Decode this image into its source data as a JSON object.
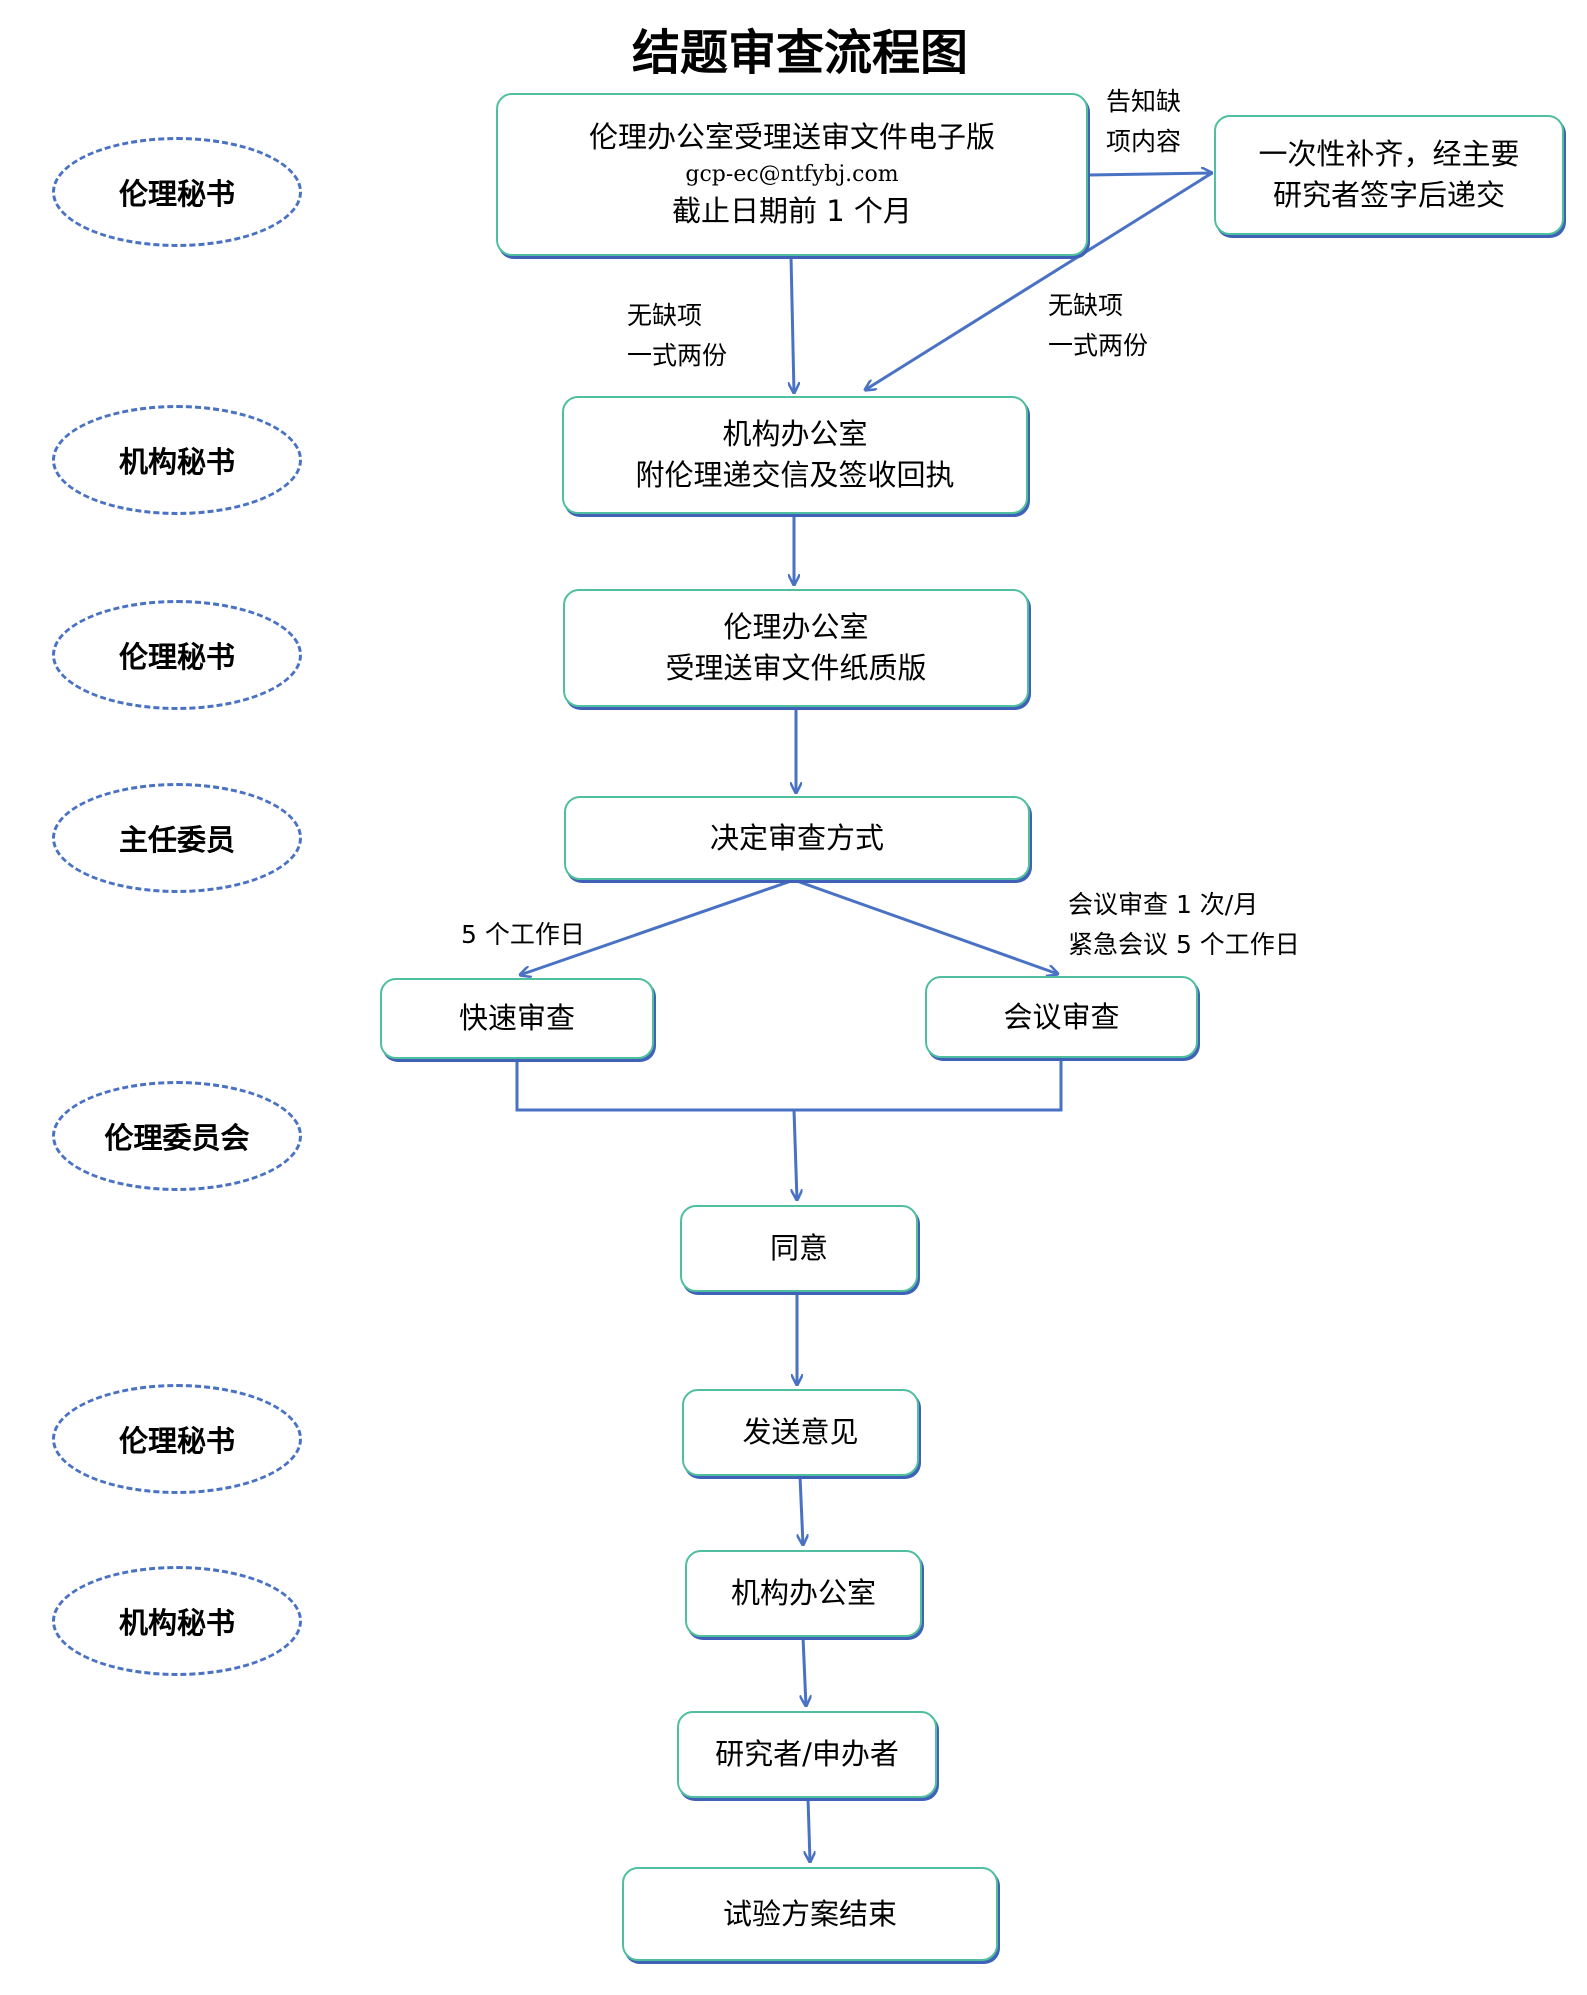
{
  "title": "结题审查流程图",
  "roles": [
    "伦理秘书",
    "机构秘书",
    "伦理秘书",
    "主任委员",
    "伦理委员会",
    "伦理秘书",
    "机构秘书"
  ],
  "nodes": {
    "receive_electronic": {
      "line1": "伦理办公室受理送审文件电子版",
      "email": "gcp-ec@ntfybj.com",
      "line3": "截止日期前 1 个月"
    },
    "supplement": {
      "line1": "一次性补齐，经主要",
      "line2": "研究者签字后递交"
    },
    "institution_office": {
      "line1": "机构办公室",
      "line2": "附伦理递交信及签收回执"
    },
    "receive_paper": {
      "line1": "伦理办公室",
      "line2": "受理送审文件纸质版"
    },
    "decide_method": "决定审查方式",
    "fast_review": "快速审查",
    "meeting_review": "会议审查",
    "approve": "同意",
    "send_opinion": "发送意见",
    "institution_office_2": "机构办公室",
    "researcher_sponsor": "研究者/申办者",
    "trial_end": "试验方案结束"
  },
  "edge_labels": {
    "notify_missing": [
      "告知缺",
      "项内容"
    ],
    "no_missing_left": [
      "无缺项",
      "一式两份"
    ],
    "no_missing_right": [
      "无缺项",
      "一式两份"
    ],
    "fast_days": "5 个工作日",
    "meeting_freq": [
      "会议审查 1 次/月",
      "紧急会议 5 个工作日"
    ]
  },
  "colors": {
    "arrow": "#4a72c4",
    "box_border": "#4fbfa0",
    "role_border": "#4a72c4"
  }
}
